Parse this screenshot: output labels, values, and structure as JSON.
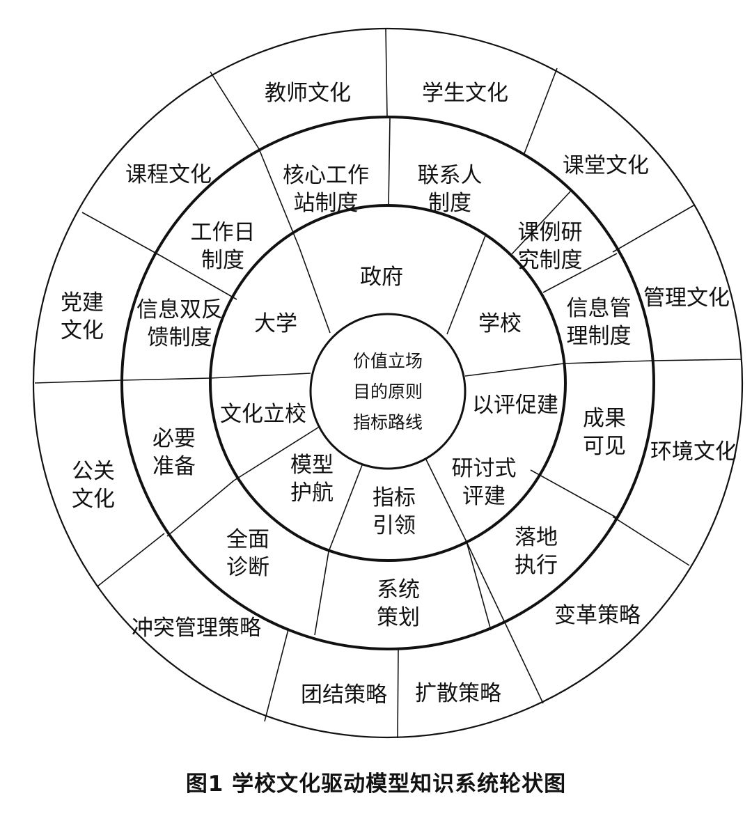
{
  "center": {
    "lines": [
      "价值立场",
      "目的原则",
      "指标路线"
    ]
  },
  "ring1": {
    "labels": [
      [
        "政府"
      ],
      [
        "学校"
      ],
      [
        "以评促建"
      ],
      [
        "研讨式",
        "评建"
      ],
      [
        "指标",
        "引领"
      ],
      [
        "模型",
        "护航"
      ],
      [
        "文化立校"
      ],
      [
        "大学"
      ]
    ]
  },
  "ring2": {
    "labels": [
      [
        "联系人",
        "制度"
      ],
      [
        "课例研",
        "究制度"
      ],
      [
        "信息管",
        "理制度"
      ],
      [
        "成果",
        "可见"
      ],
      [
        "落地",
        "执行"
      ],
      [
        "系统",
        "策划"
      ],
      [
        "全面",
        "诊断"
      ],
      [
        "必要",
        "准备"
      ],
      [
        "信息双反",
        "馈制度"
      ],
      [
        "工作日",
        "制度"
      ],
      [
        "核心工作",
        "站制度"
      ]
    ]
  },
  "ring3": {
    "labels": [
      [
        "学生文化"
      ],
      [
        "课堂文化"
      ],
      [
        "管理文化"
      ],
      [
        "环境文化"
      ],
      [
        "变革策略"
      ],
      [
        "扩散策略"
      ],
      [
        "团结策略"
      ],
      [
        "冲突管理策略"
      ],
      [
        "公关",
        "文化"
      ],
      [
        "党建",
        "文化"
      ],
      [
        "课程文化"
      ],
      [
        "教师文化"
      ]
    ]
  },
  "caption": "图1  学校文化驱动模型知识系统轮状图"
}
